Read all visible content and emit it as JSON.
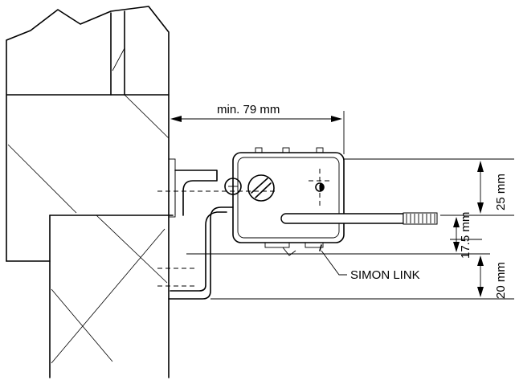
{
  "dimensions": {
    "width_label": "min. 79 mm",
    "height_top_label": "25 mm",
    "height_mid_label": "17.5 mm",
    "height_bottom_label": "20 mm"
  },
  "callout": {
    "label": "SIMON LINK"
  }
}
